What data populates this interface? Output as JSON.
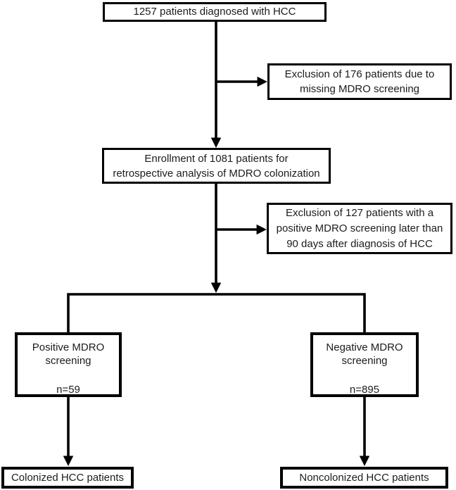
{
  "figure": {
    "background_color": "#ffffff",
    "line_color": "#000000",
    "text_color": "#1c1c1c"
  },
  "boxes": {
    "diagnosed": {
      "lines": [
        "1257 patients diagnosed with HCC"
      ]
    },
    "exclusion_missing": {
      "lines": [
        "Exclusion of 176 patients due to",
        "missing MDRO screening"
      ]
    },
    "enrollment": {
      "lines": [
        "Enrollment of 1081 patients for",
        "retrospective analysis of MDRO colonization"
      ]
    },
    "exclusion_late": {
      "lines": [
        "Exclusion of 127 patients with a",
        "positive MDRO screening later than",
        "90 days after diagnosis of HCC"
      ]
    },
    "positive_screening": {
      "lines": [
        "Positive MDRO",
        "screening"
      ],
      "count": "n=59"
    },
    "negative_screening": {
      "lines": [
        "Negative MDRO",
        "screening"
      ],
      "count": "n=895"
    },
    "colonized": {
      "lines": [
        "Colonized HCC patients"
      ]
    },
    "noncolonized": {
      "lines": [
        "Noncolonized HCC patients"
      ]
    }
  }
}
